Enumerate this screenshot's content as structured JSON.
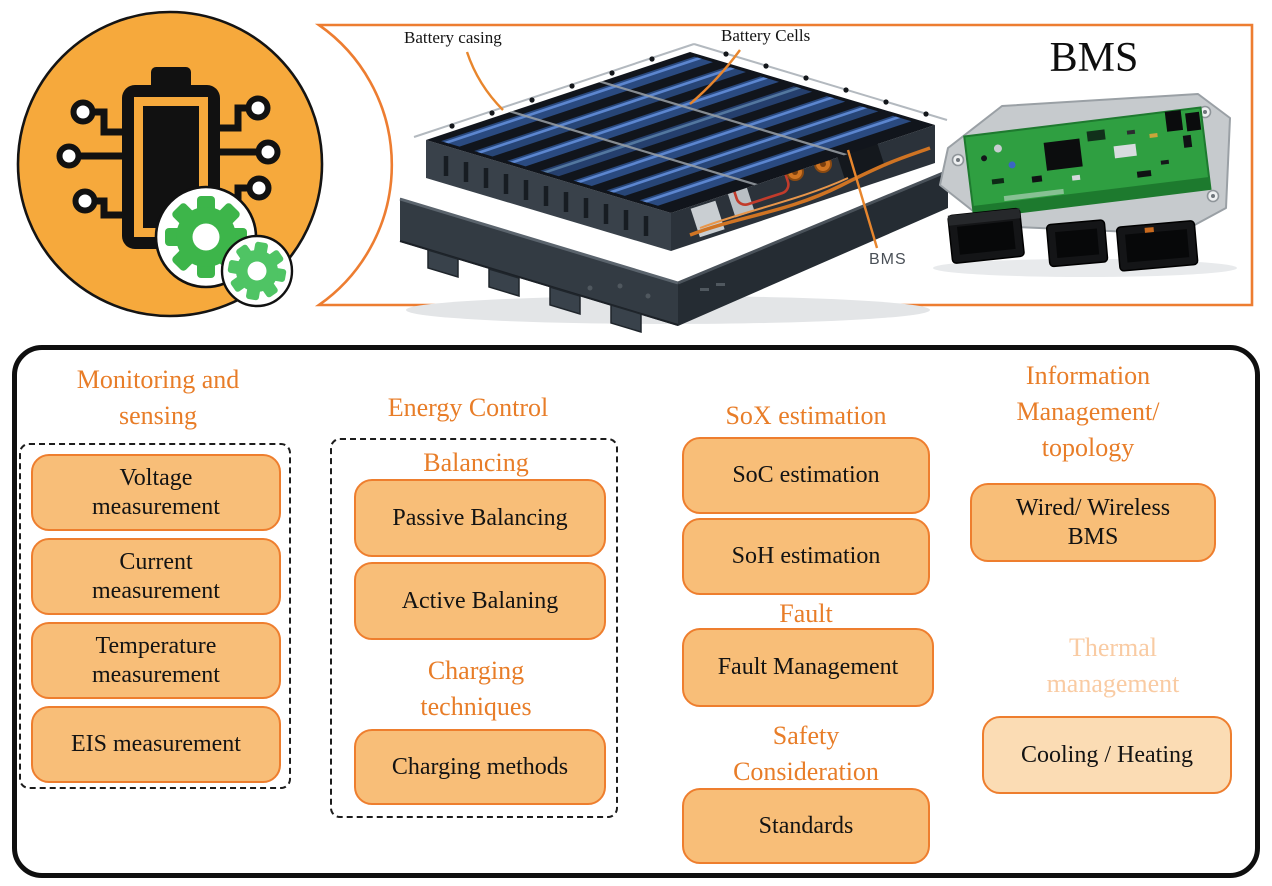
{
  "hero": {
    "pack_labels": {
      "casing": "Battery casing",
      "cells": "Battery Cells",
      "bms": "BMS"
    },
    "bms_title": "BMS"
  },
  "colors": {
    "accent_orange": "#ED7D31",
    "heading_orange": "#E87D28",
    "box_fill": "#F8BE78",
    "box_border": "#EE7E2E",
    "light_box_fill": "#FBDCB4",
    "light_heading": "#F9CBA3",
    "logo_circle_fill": "#F6A93C",
    "gear_green": "#3DB54A",
    "panel_border": "#0f0f0f"
  },
  "diagram": {
    "monitoring": {
      "heading": "Monitoring and sensing",
      "items": [
        "Voltage measurement",
        "Current measurement",
        "Temperature measurement",
        "EIS measurement"
      ]
    },
    "energy": {
      "heading": "Energy Control",
      "balancing_subheading": "Balancing",
      "balancing_items": [
        "Passive Balancing",
        "Active Balaning"
      ],
      "charging_subheading": "Charging techniques",
      "charging_items": [
        "Charging methods"
      ]
    },
    "sox": {
      "heading": "SoX estimation",
      "items": [
        "SoC estimation",
        "SoH estimation"
      ],
      "fault_subheading": "Fault",
      "fault_items": [
        "Fault Management"
      ],
      "safety_subheading": "Safety Consideration",
      "safety_items": [
        "Standards"
      ]
    },
    "info": {
      "heading": "Information Management/ topology",
      "items": [
        "Wired/ Wireless BMS"
      ],
      "thermal_subheading": "Thermal management",
      "thermal_items": [
        "Cooling / Heating"
      ]
    }
  }
}
